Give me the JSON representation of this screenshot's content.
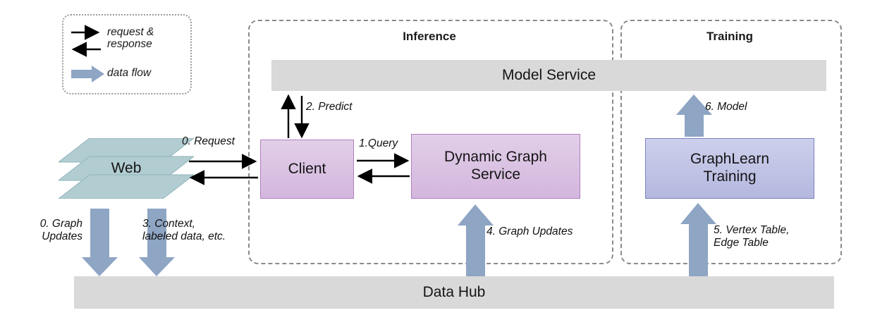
{
  "legend": {
    "request_response": "request &\nresponse",
    "data_flow": "data flow",
    "arrow_request_icon": "thin-arrow-right-icon",
    "arrow_response_icon": "thin-arrow-left-icon",
    "arrow_dataflow_icon": "block-arrow-right-icon"
  },
  "groups": {
    "inference_title": "Inference",
    "training_title": "Training"
  },
  "nodes": {
    "model_service": "Model Service",
    "data_hub": "Data Hub",
    "web": "Web",
    "client": "Client",
    "dynamic_graph_service": "Dynamic Graph\nService",
    "graphlearn_training": "GraphLearn\nTraining"
  },
  "flows": {
    "request": "0. Request",
    "graph_updates_0": "0. Graph\nUpdates",
    "query": "1.Query",
    "predict": "2. Predict",
    "context": "3. Context,\nlabeled data, etc.",
    "graph_updates_4": "4. Graph Updates",
    "vertex_edge_table": "5. Vertex Table,\nEdge Table",
    "model": "6. Model"
  },
  "colors": {
    "grey_bar": "#d9d9d9",
    "purple_box": "#d6bbe0",
    "blue_box": "#bfc2e3",
    "web_teal": "#b2cdd2",
    "data_flow_arrow": "#8ea5c4",
    "dashed_border": "#8a8a8a"
  }
}
